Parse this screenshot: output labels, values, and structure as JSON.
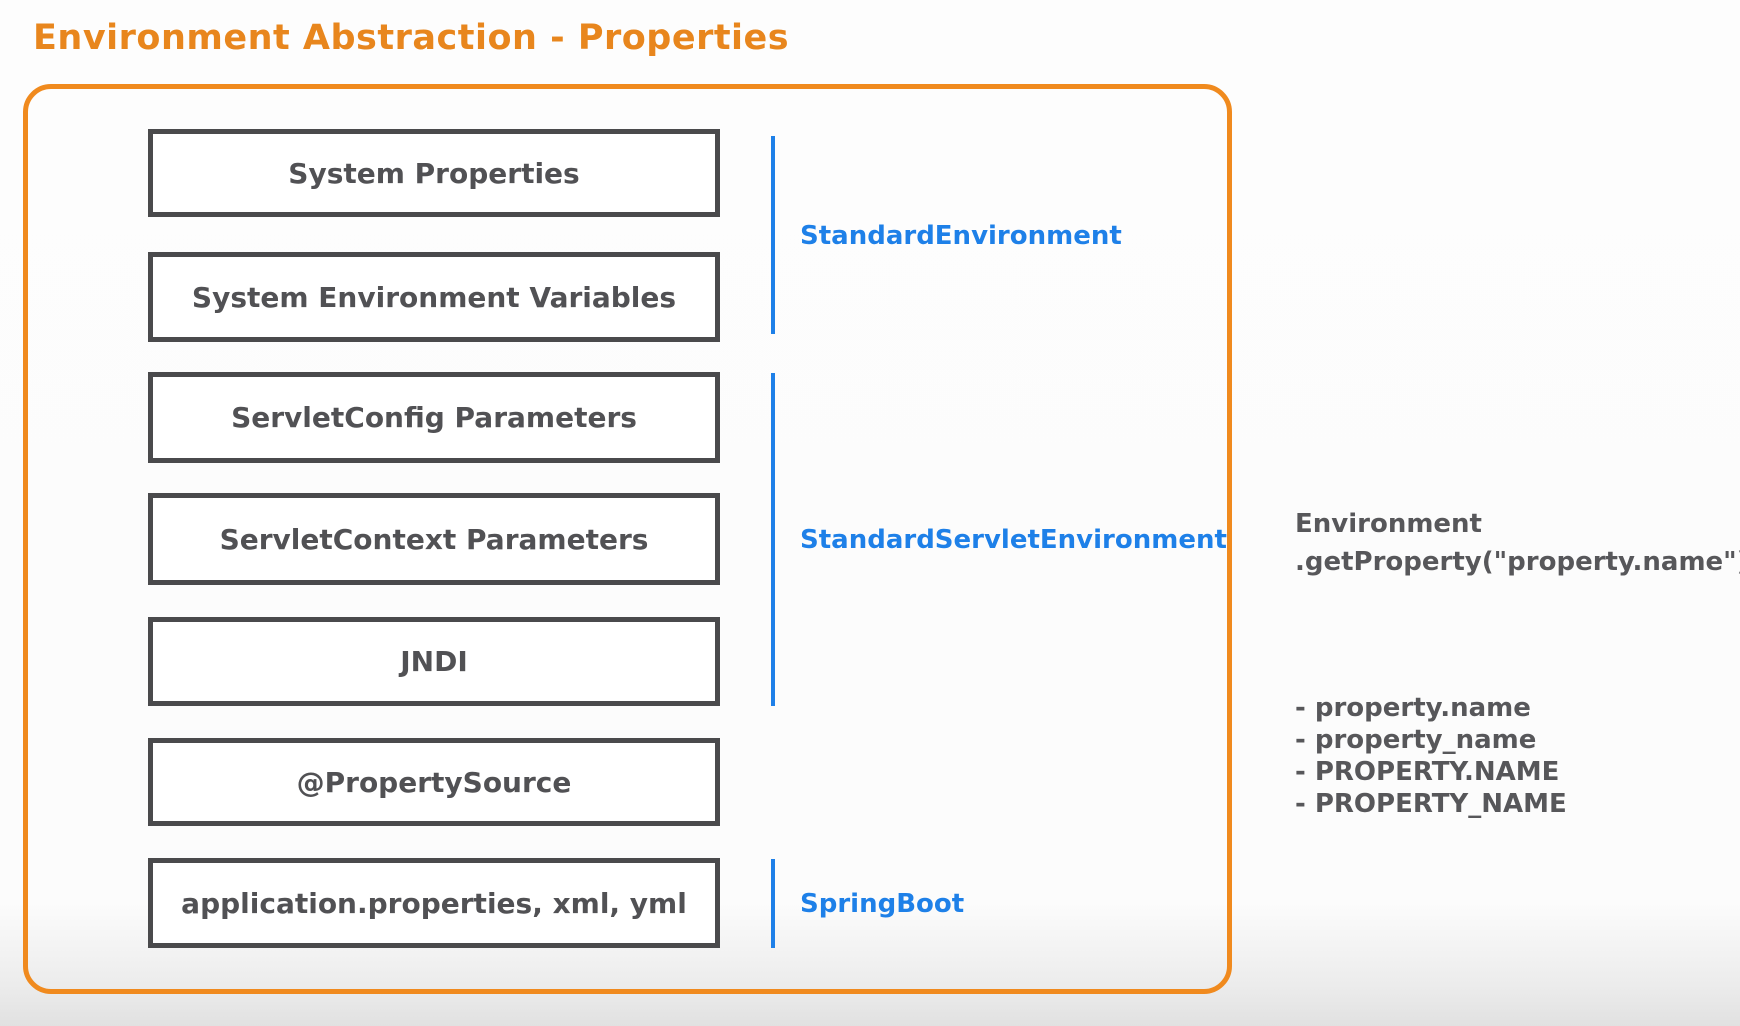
{
  "title": "Environment Abstraction - Properties",
  "colors": {
    "accent_orange": "#F08A1E",
    "accent_blue": "#1E80E8",
    "box_border_gray": "#4A4A4C",
    "text_gray": "#57575A"
  },
  "diagram": {
    "property_sources": [
      {
        "label": "System Properties"
      },
      {
        "label": "System Environment Variables"
      },
      {
        "label": "ServletConfig Parameters"
      },
      {
        "label": "ServletContext Parameters"
      },
      {
        "label": "JNDI"
      },
      {
        "label": "@PropertySource"
      },
      {
        "label": "application.properties, xml, yml"
      }
    ],
    "groups": [
      {
        "label": "StandardEnvironment",
        "spans_sources": [
          "System Properties",
          "System Environment Variables"
        ]
      },
      {
        "label": "StandardServletEnvironment",
        "spans_sources": [
          "ServletConfig Parameters",
          "ServletContext Parameters",
          "JNDI"
        ]
      },
      {
        "label": "SpringBoot",
        "spans_sources": [
          "application.properties, xml, yml"
        ]
      }
    ]
  },
  "right_panel": {
    "code_line_1": "Environment",
    "code_line_2": ".getProperty(\"property.name\")",
    "lookup_variants": [
      "- property.name",
      "- property_name",
      "- PROPERTY.NAME",
      "- PROPERTY_NAME"
    ]
  }
}
